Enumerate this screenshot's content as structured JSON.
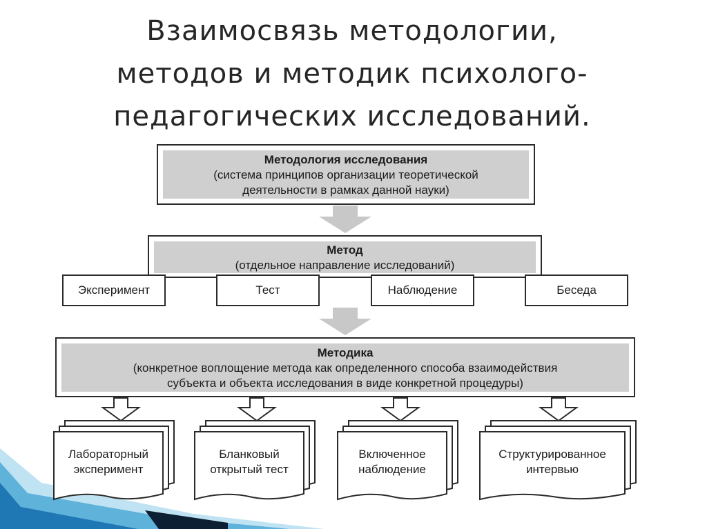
{
  "slide": {
    "title_lines": [
      "Взаимосвязь методологии,",
      "методов и методик психолого-",
      "педагогических исследований."
    ]
  },
  "diagram": {
    "methodology": {
      "heading": "Методология исследования",
      "line1": "(система принципов организации теоретической",
      "line2": "деятельности в рамках данной науки)"
    },
    "method": {
      "heading": "Метод",
      "line1": "(отдельное направление исследований)",
      "examples": [
        "Эксперимент",
        "Тест",
        "Наблюдение",
        "Беседа"
      ]
    },
    "technique": {
      "heading": "Методика",
      "line1": "(конкретное воплощение метода как определенного способа взаимодействия",
      "line2": "субъекта и объекта исследования в виде конкретной процедуры)"
    },
    "examples": [
      {
        "line1": "Лабораторный",
        "line2": "эксперимент"
      },
      {
        "line1": "Бланковый",
        "line2": "открытый тест"
      },
      {
        "line1": "Включенное",
        "line2": "наблюдение"
      },
      {
        "line1": "Структурированное",
        "line2": "интервью"
      }
    ]
  },
  "colors": {
    "band_fill": "#cfcfcf",
    "arrow_fill": "#c8c8c8",
    "border": "#2a2a2a",
    "accent_blue": "#2f8ec9",
    "accent_dark": "#0c1f33"
  }
}
